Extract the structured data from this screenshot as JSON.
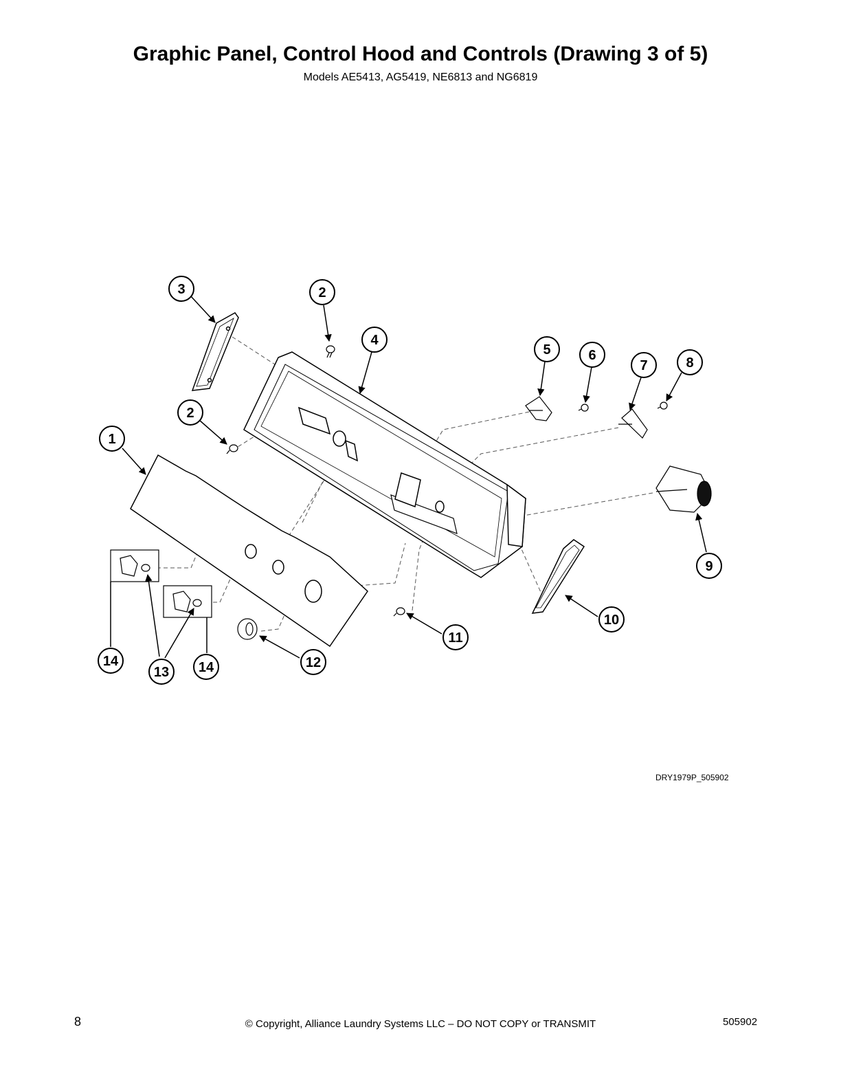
{
  "header": {
    "title": "Graphic Panel, Control Hood and Controls (Drawing 3 of 5)",
    "subtitle": "Models AE5413, AG5419, NE6813 and NG6819"
  },
  "diagram": {
    "drawing_code": "DRY1979P_505902",
    "callouts": [
      "1",
      "2",
      "2",
      "3",
      "4",
      "5",
      "6",
      "7",
      "8",
      "9",
      "10",
      "11",
      "12",
      "13",
      "14",
      "14"
    ]
  },
  "footer": {
    "page_number": "8",
    "copyright": "© Copyright, Alliance Laundry Systems LLC – DO NOT COPY or TRANSMIT",
    "doc_number": "505902"
  }
}
